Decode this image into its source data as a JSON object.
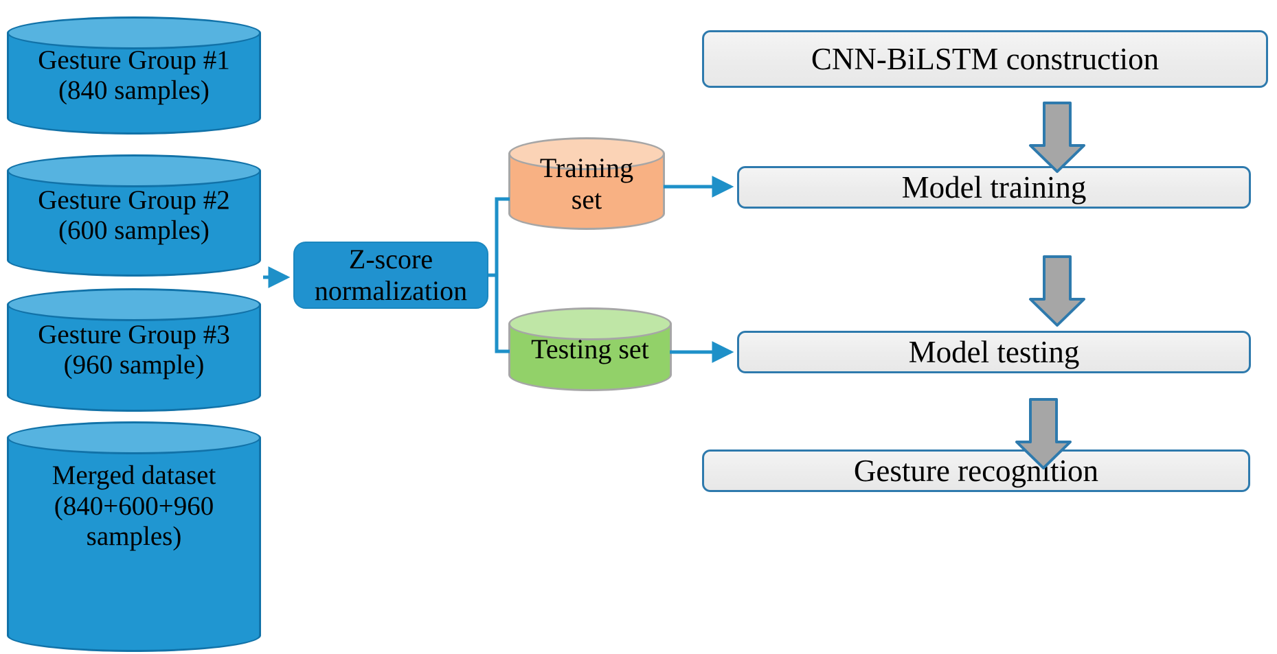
{
  "diagram": {
    "title": "Gesture recognition data processing and CNN-BiLSTM pipeline",
    "colors": {
      "cylinder_blue_fill": "#2096d1",
      "cylinder_blue_top": "#56b3e0",
      "cylinder_blue_stroke": "#1172a8",
      "cylinder_orange_fill": "#f8b183",
      "cylinder_orange_top": "#fbd3b6",
      "cylinder_green_fill": "#92d169",
      "cylinder_green_top": "#bfe6a6",
      "cylinder_gray_stroke": "#a6a6a6",
      "process_box_fill": "#efefef",
      "process_box_border": "#2e7aad",
      "normalization_box_fill": "#2092cf",
      "connector_blue": "#1e90c8",
      "block_arrow_fill": "#a6a6a6",
      "block_arrow_stroke": "#2e7aad",
      "canvas": "#ffffff"
    },
    "datasets": [
      {
        "id": "group1",
        "name": "Gesture Group #1",
        "count": "(840 samples)",
        "label": "Gesture Group #1\n(840 samples)"
      },
      {
        "id": "group2",
        "name": "Gesture Group #2",
        "count": "(600 samples)",
        "label": "Gesture Group #2\n(600 samples)"
      },
      {
        "id": "group3",
        "name": "Gesture Group #3",
        "count": "(960 sample)",
        "label": "Gesture Group #3\n(960 sample)"
      },
      {
        "id": "merged",
        "name": "Merged dataset",
        "count": "(840+600+960 samples)",
        "label": "Merged dataset\n(840+600+960\nsamples)"
      }
    ],
    "preprocess": {
      "label": "Z-score\nnormalization",
      "name": "Z-score normalization"
    },
    "splits": [
      {
        "id": "training",
        "label": "Training\nset",
        "name": "Training set"
      },
      {
        "id": "testing",
        "label": "Testing set",
        "name": "Testing set"
      }
    ],
    "pipeline": [
      {
        "id": "construction",
        "label": "CNN-BiLSTM construction"
      },
      {
        "id": "model-training",
        "label": "Model training"
      },
      {
        "id": "model-testing",
        "label": "Model testing"
      },
      {
        "id": "gesture-recognition",
        "label": "Gesture recognition"
      }
    ],
    "connectors": [
      {
        "id": "merged-to-normalization",
        "kind": "line-arrow",
        "from": "merged dataset stack",
        "to": "Z-score normalization"
      },
      {
        "id": "normalization-to-training",
        "kind": "elbow-split",
        "from": "Z-score normalization",
        "to": "Training set"
      },
      {
        "id": "normalization-to-testing",
        "kind": "elbow-split",
        "from": "Z-score normalization",
        "to": "Testing set"
      },
      {
        "id": "training-to-model-training",
        "kind": "line-arrow",
        "from": "Training set",
        "to": "Model training"
      },
      {
        "id": "testing-to-model-testing",
        "kind": "line-arrow",
        "from": "Testing set",
        "to": "Model testing"
      },
      {
        "id": "construction-to-model-training",
        "kind": "block-arrow-down",
        "from": "CNN-BiLSTM construction",
        "to": "Model training"
      },
      {
        "id": "model-training-to-model-testing",
        "kind": "block-arrow-down",
        "from": "Model training",
        "to": "Model testing"
      },
      {
        "id": "model-testing-to-gesture-recognition",
        "kind": "block-arrow-down",
        "from": "Model testing",
        "to": "Gesture recognition"
      }
    ]
  }
}
